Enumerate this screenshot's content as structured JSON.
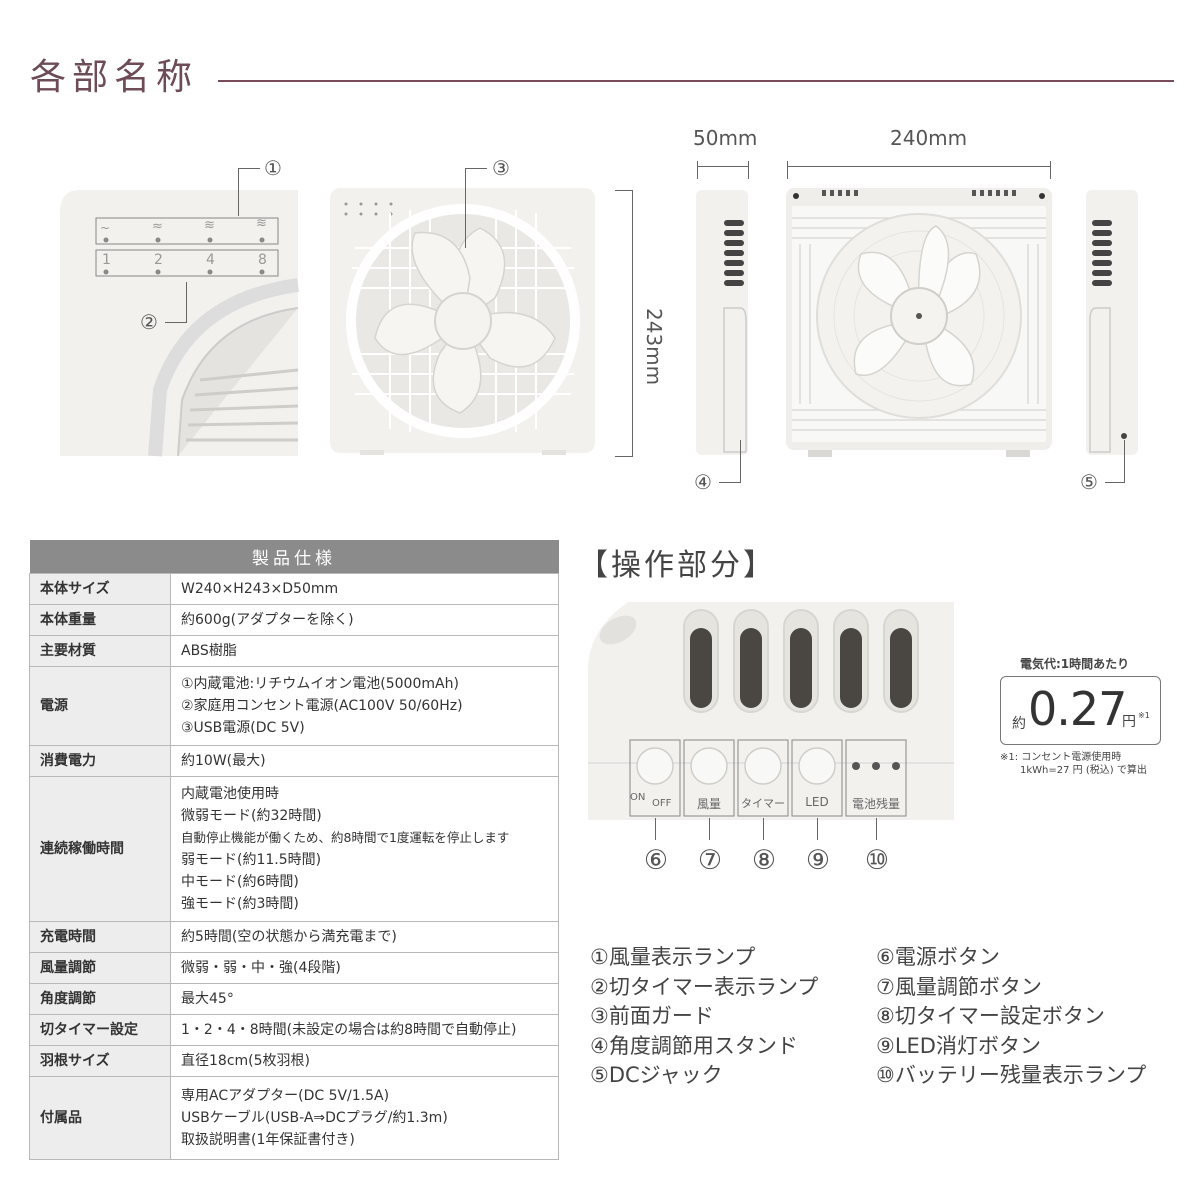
{
  "title": "各部名称",
  "dimensions": {
    "depth": "50mm",
    "width": "240mm",
    "height": "243mm"
  },
  "callouts": [
    "①",
    "②",
    "③",
    "④",
    "⑤"
  ],
  "indicator_lamps": {
    "wind": [
      "~",
      "≈",
      "≋",
      "≋"
    ],
    "timer": [
      "1",
      "2",
      "4",
      "8"
    ]
  },
  "spec": {
    "header": "製品仕様",
    "rows": [
      {
        "key": "本体サイズ",
        "values": [
          "W240×H243×D50mm"
        ]
      },
      {
        "key": "本体重量",
        "values": [
          "約600g(アダプターを除く)"
        ]
      },
      {
        "key": "主要材質",
        "values": [
          "ABS樹脂"
        ]
      },
      {
        "key": "電源",
        "values": [
          "①内蔵電池:リチウムイオン電池(5000mAh)",
          "②家庭用コンセント電源(AC100V 50/60Hz)",
          "③USB電源(DC 5V)"
        ]
      },
      {
        "key": "消費電力",
        "values": [
          "約10W(最大)"
        ]
      },
      {
        "key": "連続稼働時間",
        "values": [
          "内蔵電池使用時",
          "微弱モード(約32時間)",
          "自動停止機能が働くため、約8時間で1度運転を停止します",
          "弱モード(約11.5時間)",
          "中モード(約6時間)",
          "強モード(約3時間)"
        ]
      },
      {
        "key": "充電時間",
        "values": [
          "約5時間(空の状態から満充電まで)"
        ]
      },
      {
        "key": "風量調節",
        "values": [
          "微弱・弱・中・強(4段階)"
        ]
      },
      {
        "key": "角度調節",
        "values": [
          "最大45°"
        ]
      },
      {
        "key": "切タイマー設定",
        "values": [
          "1・2・4・8時間(未設定の場合は約8時間で自動停止)"
        ]
      },
      {
        "key": "羽根サイズ",
        "values": [
          "直径18cm(5枚羽根)"
        ]
      },
      {
        "key": "付属品",
        "values": [
          "専用ACアダプター(DC 5V/1.5A)",
          "USBケーブル(USB-A⇒DCプラグ/約1.3m)",
          "取扱説明書(1年保証書付き)"
        ]
      }
    ]
  },
  "operation": {
    "title": "【操作部分】",
    "buttons": [
      {
        "num": "⑥",
        "label_on": "ON",
        "label_off": "OFF"
      },
      {
        "num": "⑦",
        "label": "風量"
      },
      {
        "num": "⑧",
        "label": "タイマー"
      },
      {
        "num": "⑨",
        "label": "LED"
      },
      {
        "num": "⑩",
        "label": "電池残量"
      }
    ]
  },
  "cost": {
    "caption": "電気代:1時間あたり",
    "prefix": "約",
    "value": "0.27",
    "unit": "円",
    "mark": "※1",
    "note_1": "※1: コンセント電源使用時",
    "note_2": "1kWh=27 円 (税込) で算出"
  },
  "legend": {
    "left": [
      "①風量表示ランプ",
      "②切タイマー表示ランプ",
      "③前面ガード",
      "④角度調節用スタンド",
      "⑤DCジャック"
    ],
    "right": [
      "⑥電源ボタン",
      "⑦風量調節ボタン",
      "⑧切タイマー設定ボタン",
      "⑨LED消灯ボタン",
      "⑩バッテリー残量表示ランプ"
    ]
  },
  "colors": {
    "title": "#6d4b57",
    "table_head": "#8b8b8b",
    "key_cell": "#ededed",
    "product": "#f2f1ee"
  }
}
